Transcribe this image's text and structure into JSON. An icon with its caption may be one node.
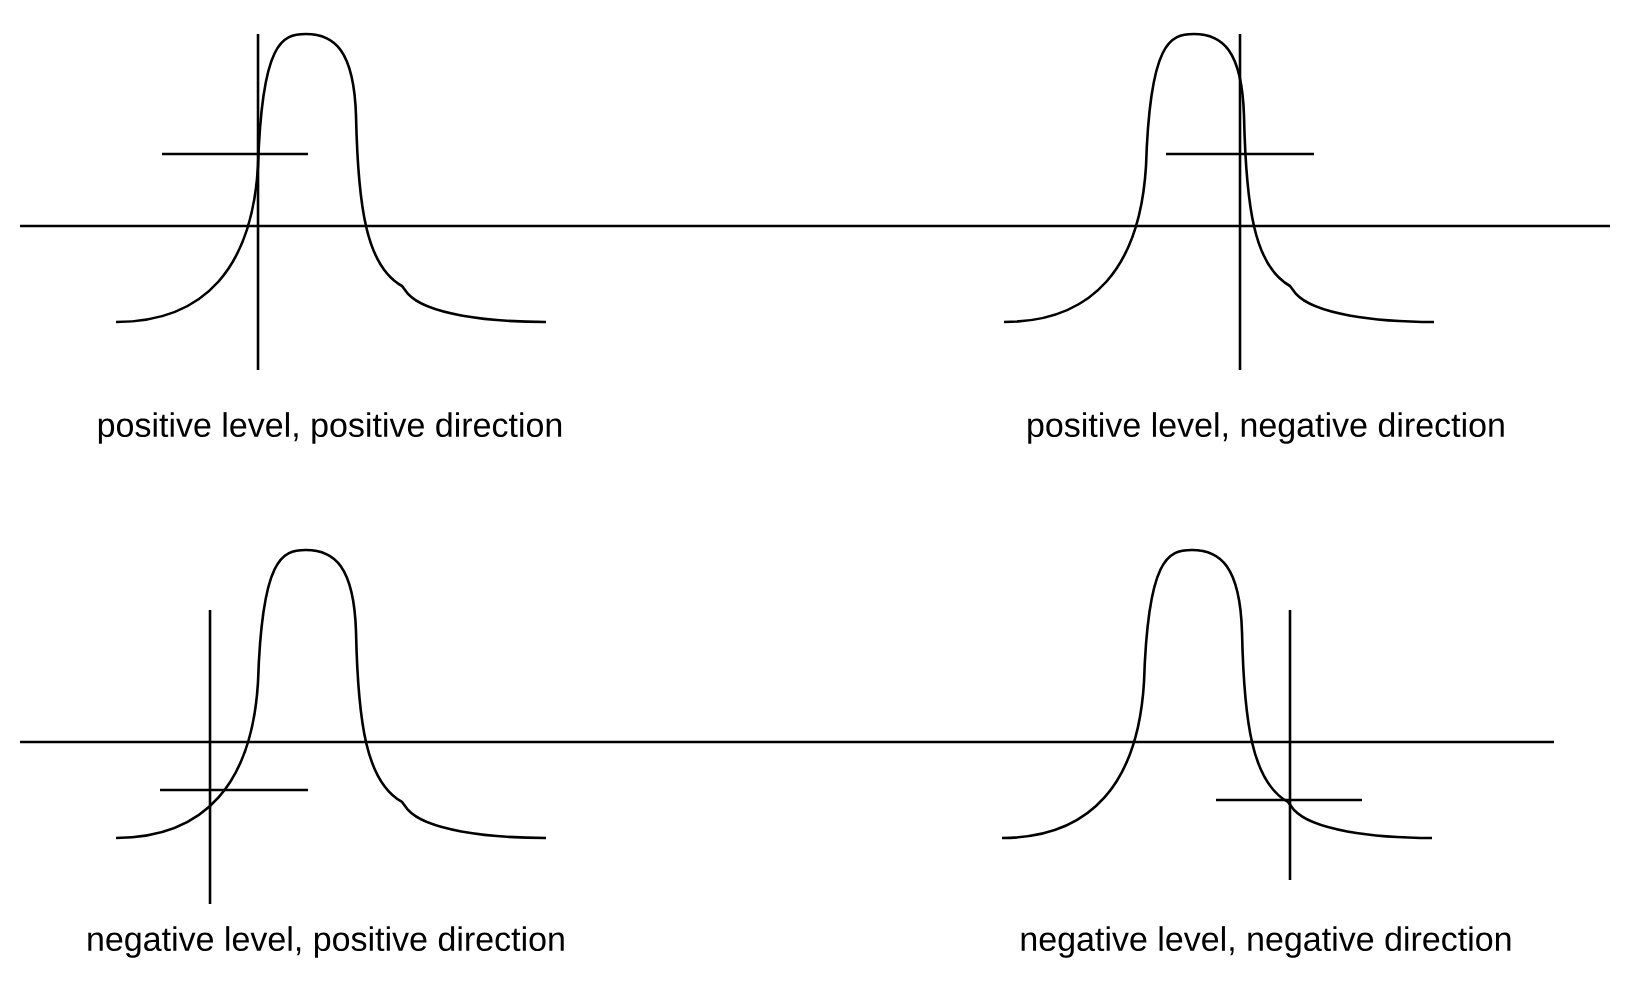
{
  "diagram": {
    "labels": [
      "positive level, positive direction",
      "positive level, negative direction",
      "negative level, positive direction",
      "negative level, negative direction"
    ]
  }
}
